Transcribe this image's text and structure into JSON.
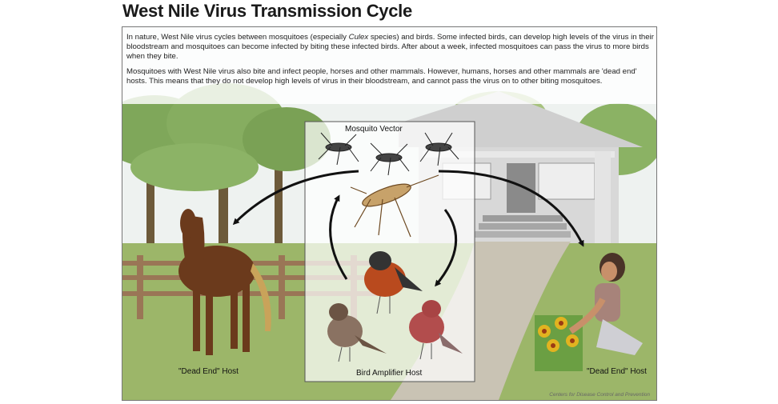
{
  "title": "West Nile Virus Transmission Cycle",
  "intro": {
    "para1_start": "In nature, West Nile virus cycles between mosquitoes (especially ",
    "para1_em": "Culex",
    "para1_end": " species) and birds.  Some infected birds, can develop high levels of the virus in their bloodstream and mosquitoes can become infected by biting these infected birds. After about a week, infected mosquitoes can pass the virus to more birds when they bite.",
    "para2": "Mosquitoes with West Nile virus also bite and infect people, horses and other mammals. However, humans, horses and other mammals are 'dead end' hosts.  This means that they do not develop high levels of virus in their bloodstream, and cannot pass the virus on to other biting mosquitoes."
  },
  "labels": {
    "mosquito_vector": "Mosquito Vector",
    "bird_amplifier_host": "Bird Amplifier Host",
    "dead_end_host_horse": "\"Dead End\" Host",
    "dead_end_host_human": "\"Dead End\" Host"
  },
  "credit": "Centers for Disease Control and Prevention",
  "colors": {
    "sky": "#eef2f0",
    "grass": "#9cb669",
    "tree_foliage": "#7fa75a",
    "house": "#d8d8d8",
    "horse": "#6b3a1c",
    "arrow": "#111111"
  }
}
